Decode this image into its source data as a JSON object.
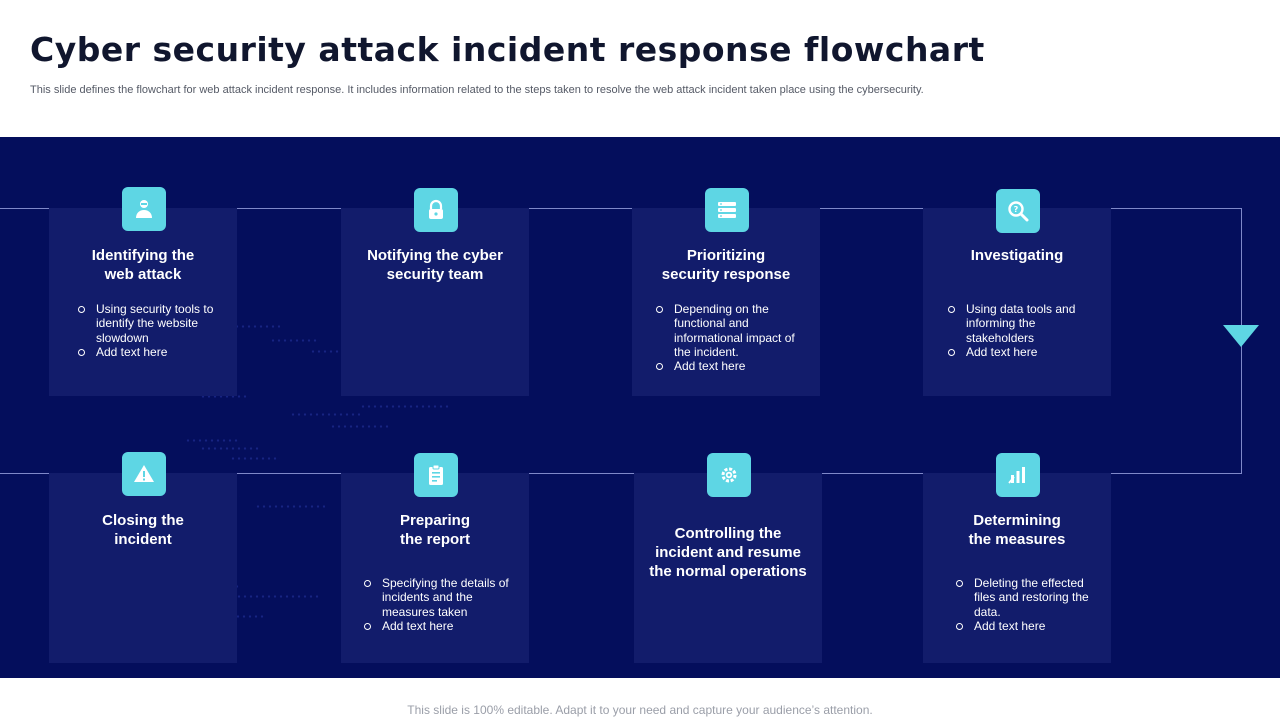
{
  "slide": {
    "title": "Cyber security attack incident response flowchart",
    "subtitle": "This slide defines the flowchart for web attack incident response. It includes information related to the steps taken to resolve the web attack incident taken place using the cybersecurity.",
    "footer": "This slide is 100% editable. Adapt it to your need and capture your audience’s attention."
  },
  "colors": {
    "band": "#040e5c",
    "card": "#121c6b",
    "accent": "#5ed6e4",
    "connector": "#7f88c9"
  },
  "steps": [
    {
      "title_l1": "Identifying the",
      "title_l2": "web attack",
      "icon": "hacker-icon",
      "bullets": [
        "Using security tools to identify the website slowdown",
        "Add text here"
      ]
    },
    {
      "title_l1": "Notifying the cyber",
      "title_l2": "security team",
      "icon": "padlock-icon",
      "bullets": []
    },
    {
      "title_l1": "Prioritizing",
      "title_l2": "security response",
      "icon": "server-icon",
      "bullets": [
        "Depending on the functional and informational impact of the incident.",
        "Add text here"
      ]
    },
    {
      "title_l1": "Investigating",
      "title_l2": "",
      "icon": "magnifier-icon",
      "bullets": [
        "Using data tools and informing the stakeholders",
        "Add text here"
      ]
    },
    {
      "title_l1": "Closing the",
      "title_l2": "incident",
      "icon": "warning-icon",
      "bullets": []
    },
    {
      "title_l1": "Preparing",
      "title_l2": "the report",
      "icon": "clipboard-icon",
      "bullets": [
        "Specifying the details of incidents and the measures taken",
        "Add text here"
      ]
    },
    {
      "title_l1": "Controlling the",
      "title_l2": "incident and resume",
      "title_l3": "the normal operations",
      "icon": "gear-icon",
      "bullets": []
    },
    {
      "title_l1": "Determining",
      "title_l2": "the measures",
      "icon": "measures-icon",
      "bullets": [
        "Deleting the effected files and restoring the data.",
        "Add text here"
      ]
    }
  ]
}
